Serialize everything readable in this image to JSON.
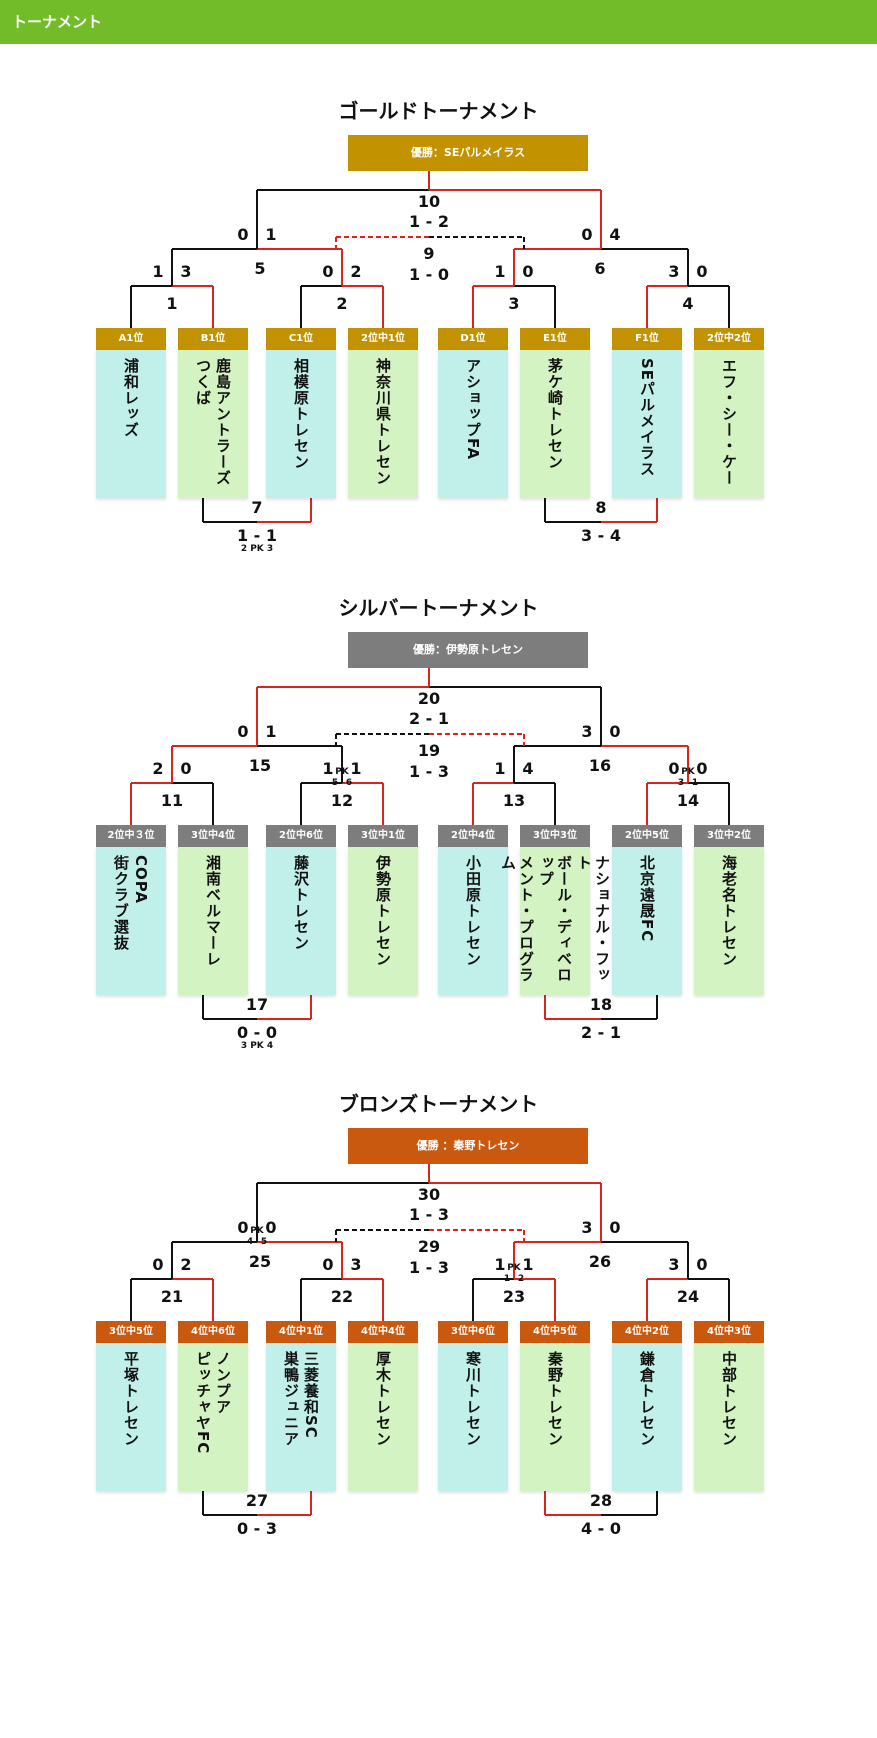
{
  "header": {
    "title": "トーナメント"
  },
  "tournaments": [
    {
      "title": "ゴールドトーナメント",
      "champion": "優勝：SEパルメイラス",
      "color": "#c29200",
      "teams": [
        {
          "seed": "A1位",
          "name": [
            "浦和レッズ"
          ]
        },
        {
          "seed": "B1位",
          "name": [
            "鹿島アントラーズ",
            "つくば"
          ]
        },
        {
          "seed": "C1位",
          "name": [
            "相模原トレセン"
          ]
        },
        {
          "seed": "2位中1位",
          "name": [
            "神奈川県トレセン"
          ]
        },
        {
          "seed": "D1位",
          "name": [
            "アショップFA"
          ]
        },
        {
          "seed": "E1位",
          "name": [
            "茅ケ崎トレセン"
          ]
        },
        {
          "seed": "F1位",
          "name": [
            "SEパルメイラス"
          ]
        },
        {
          "seed": "2位中2位",
          "name": [
            "エフ・シー・ケー"
          ]
        }
      ],
      "r1": [
        {
          "num": "1",
          "s1": "1",
          "s2": "3",
          "pk": "",
          "pk1": "",
          "pk2": ""
        },
        {
          "num": "2",
          "s1": "0",
          "s2": "2",
          "pk": "",
          "pk1": "",
          "pk2": ""
        },
        {
          "num": "3",
          "s1": "1",
          "s2": "0",
          "pk": "",
          "pk1": "",
          "pk2": ""
        },
        {
          "num": "4",
          "s1": "3",
          "s2": "0",
          "pk": "",
          "pk1": "",
          "pk2": ""
        }
      ],
      "sf": [
        {
          "num": "5",
          "s1": "0",
          "s2": "1",
          "pk": "",
          "pk1": "",
          "pk2": ""
        },
        {
          "num": "6",
          "s1": "0",
          "s2": "4",
          "pk": "",
          "pk1": "",
          "pk2": ""
        }
      ],
      "final": {
        "num": "10",
        "score": "1 - 2"
      },
      "third": {
        "num": "9",
        "score": "1 - 0"
      },
      "cons": [
        {
          "num": "7",
          "score": "1 - 1",
          "pk": "2 PK 3"
        },
        {
          "num": "8",
          "score": "3 - 4",
          "pk": ""
        }
      ]
    },
    {
      "title": "シルバートーナメント",
      "champion": "優勝：伊勢原トレセン",
      "color": "#7d7d7d",
      "teams": [
        {
          "seed": "2位中３位",
          "name": [
            "COPA",
            "街クラブ選抜"
          ]
        },
        {
          "seed": "3位中4位",
          "name": [
            "湘南ベルマーレ"
          ]
        },
        {
          "seed": "2位中6位",
          "name": [
            "藤沢トレセン"
          ]
        },
        {
          "seed": "3位中1位",
          "name": [
            "伊勢原トレセン"
          ]
        },
        {
          "seed": "2位中4位",
          "name": [
            "小田原トレセン"
          ]
        },
        {
          "seed": "3位中3位",
          "name": [
            "ナショナル・フット",
            "ボール・ディベロップ",
            "メント・プログラム"
          ]
        },
        {
          "seed": "2位中5位",
          "name": [
            "北京遠晟FC"
          ]
        },
        {
          "seed": "3位中2位",
          "name": [
            "海老名トレセン"
          ]
        }
      ],
      "r1": [
        {
          "num": "11",
          "s1": "2",
          "s2": "0",
          "pk": "",
          "pk1": "",
          "pk2": ""
        },
        {
          "num": "12",
          "s1": "1",
          "s2": "1",
          "pk": "PK",
          "pk1": "5",
          "pk2": "6"
        },
        {
          "num": "13",
          "s1": "1",
          "s2": "4",
          "pk": "",
          "pk1": "",
          "pk2": ""
        },
        {
          "num": "14",
          "s1": "0",
          "s2": "0",
          "pk": "PK",
          "pk1": "3",
          "pk2": "1"
        }
      ],
      "sf": [
        {
          "num": "15",
          "s1": "0",
          "s2": "1",
          "pk": "",
          "pk1": "",
          "pk2": ""
        },
        {
          "num": "16",
          "s1": "3",
          "s2": "0",
          "pk": "",
          "pk1": "",
          "pk2": ""
        }
      ],
      "final": {
        "num": "20",
        "score": "2 - 1"
      },
      "third": {
        "num": "19",
        "score": "1 - 3"
      },
      "cons": [
        {
          "num": "17",
          "score": "0 - 0",
          "pk": "3 PK 4"
        },
        {
          "num": "18",
          "score": "2 - 1",
          "pk": ""
        }
      ]
    },
    {
      "title": "ブロンズトーナメント",
      "champion": "優勝 ：秦野トレセン",
      "color": "#c8590f",
      "teams": [
        {
          "seed": "3位中5位",
          "name": [
            "平塚トレセン"
          ]
        },
        {
          "seed": "4位中6位",
          "name": [
            "ノンプア",
            "ピッチャヤFC"
          ]
        },
        {
          "seed": "4位中1位",
          "name": [
            "三菱養和SC",
            "巣鴨ジュニア"
          ]
        },
        {
          "seed": "4位中4位",
          "name": [
            "厚木トレセン"
          ]
        },
        {
          "seed": "3位中6位",
          "name": [
            "寒川トレセン"
          ]
        },
        {
          "seed": "4位中5位",
          "name": [
            "秦野トレセン"
          ]
        },
        {
          "seed": "4位中2位",
          "name": [
            "鎌倉トレセン"
          ]
        },
        {
          "seed": "4位中3位",
          "name": [
            "中部トレセン"
          ]
        }
      ],
      "r1": [
        {
          "num": "21",
          "s1": "0",
          "s2": "2",
          "pk": "",
          "pk1": "",
          "pk2": ""
        },
        {
          "num": "22",
          "s1": "0",
          "s2": "3",
          "pk": "",
          "pk1": "",
          "pk2": ""
        },
        {
          "num": "23",
          "s1": "1",
          "s2": "1",
          "pk": "PK",
          "pk1": "1",
          "pk2": "2"
        },
        {
          "num": "24",
          "s1": "3",
          "s2": "0",
          "pk": "",
          "pk1": "",
          "pk2": ""
        }
      ],
      "sf": [
        {
          "num": "25",
          "s1": "0",
          "s2": "0",
          "pk": "PK",
          "pk1": "4",
          "pk2": "5"
        },
        {
          "num": "26",
          "s1": "3",
          "s2": "0",
          "pk": "",
          "pk1": "",
          "pk2": ""
        }
      ],
      "final": {
        "num": "30",
        "score": "1 - 3"
      },
      "third": {
        "num": "29",
        "score": "1 - 3"
      },
      "cons": [
        {
          "num": "27",
          "score": "0 - 3",
          "pk": ""
        },
        {
          "num": "28",
          "score": "4 - 0",
          "pk": ""
        }
      ]
    }
  ],
  "paths": [
    {
      "r1": [
        2,
        2,
        1,
        1
      ],
      "sf": [
        2,
        1
      ],
      "final": 2,
      "third": 1,
      "cons": [
        2,
        2
      ]
    },
    {
      "r1": [
        1,
        2,
        1,
        1
      ],
      "sf": [
        1,
        2
      ],
      "final": 1,
      "third": 2,
      "cons": [
        2,
        1
      ]
    },
    {
      "r1": [
        2,
        2,
        2,
        1
      ],
      "sf": [
        2,
        1
      ],
      "final": 2,
      "third": 2,
      "cons": [
        2,
        1
      ]
    }
  ],
  "colors": {
    "red": "#d9261c",
    "black": "#111111"
  }
}
